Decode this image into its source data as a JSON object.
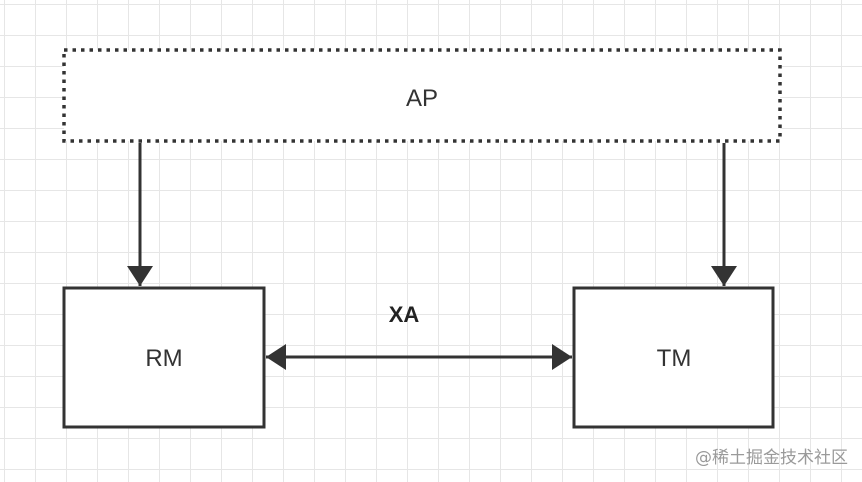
{
  "nodes": {
    "ap": {
      "label": "AP",
      "border_style": "dotted"
    },
    "rm": {
      "label": "RM",
      "border_style": "solid"
    },
    "tm": {
      "label": "TM",
      "border_style": "solid"
    }
  },
  "edges": {
    "ap_to_rm": {
      "from": "AP",
      "to": "RM",
      "direction": "one-way"
    },
    "ap_to_tm": {
      "from": "AP",
      "to": "TM",
      "direction": "one-way"
    },
    "rm_tm": {
      "from": "RM",
      "to": "TM",
      "direction": "two-way",
      "label": "XA"
    }
  },
  "watermark": {
    "text": "@稀土掘金技术社区"
  },
  "colors": {
    "stroke": "#333333",
    "grid": "#e6e6e6",
    "background": "#ffffff",
    "watermark": "#9a9a9a"
  }
}
